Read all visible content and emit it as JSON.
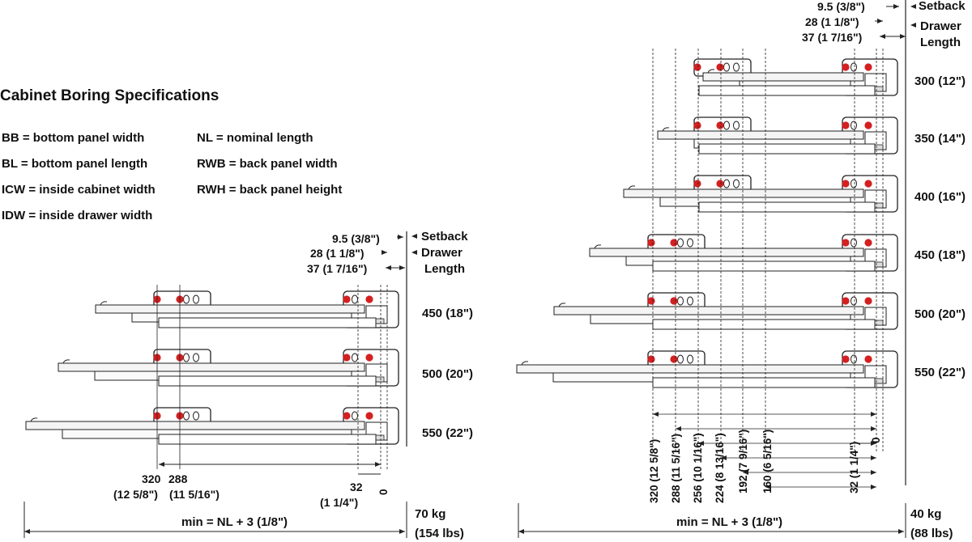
{
  "title": "Cabinet Boring Specifications",
  "legend": [
    "BB = bottom panel width",
    "BL = bottom panel length",
    "ICW = inside cabinet width",
    "IDW = inside drawer width",
    "NL =  nominal length",
    "RWB = back panel width",
    "RWH = back panel height"
  ],
  "left_diagram": {
    "callouts": {
      "setback_dim": "9.5 (3/8\")",
      "setback": "Setback",
      "dl_dim1": "28 (1 1/8\")",
      "dl_dim2": "37 (1 7/16\")",
      "drawer": "Drawer",
      "length": "Length"
    },
    "sizes": [
      "450 (18\")",
      "500 (20\")",
      "550 (22\")"
    ],
    "bottom": {
      "d320": "320",
      "d288": "288",
      "d320_in": "(12 5/8\")",
      "d288_in": "(11 5/16\")",
      "d32": "32",
      "d32_in": "(1 1/4\")",
      "zero": "0",
      "min": "min = NL + 3 (1/8\")",
      "load": "70 kg",
      "load_lbs": "(154 lbs)"
    }
  },
  "right_diagram": {
    "callouts": {
      "setback_dim": "9.5 (3/8\")",
      "setback": "Setback",
      "dl_dim1": "28 (1 1/8\")",
      "dl_dim2": "37 (1 7/16\")",
      "drawer": "Drawer",
      "length": "Length"
    },
    "sizes": [
      "300 (12\")",
      "350 (14\")",
      "400 (16\")",
      "450 (18\")",
      "500 (20\")",
      "550 (22\")"
    ],
    "vertical_dims": [
      "320 (12 5/8\")",
      "288 (11 5/16\")",
      "256 (10 1/16\")",
      "224 (8 13/16\")",
      "192 (7 9/16\")",
      "160 (6 5/16\")",
      "32 (1 1/4\")",
      "0"
    ],
    "bottom": {
      "min": "min = NL + 3 (1/8\")",
      "load": "40 kg",
      "load_lbs": "(88 lbs)"
    }
  },
  "colors": {
    "hole": "#d42020",
    "line": "#222222",
    "rail": "#f4f4f4"
  }
}
